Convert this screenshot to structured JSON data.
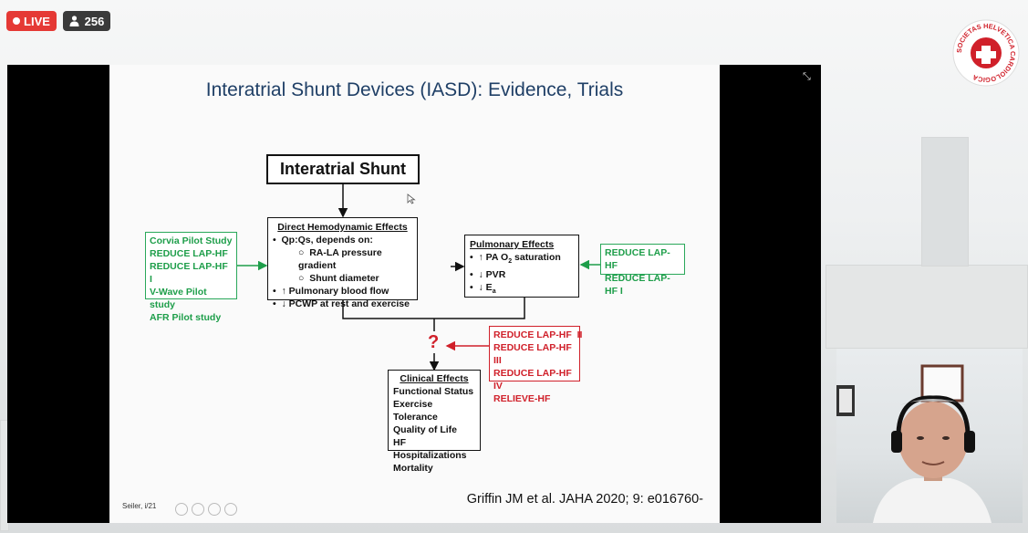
{
  "stream": {
    "live_label": "LIVE",
    "viewer_count": "256",
    "live_color": "#e53935"
  },
  "logo": {
    "text": "SOCIETAS HELVETICA CARDIOLOGICA",
    "accent": "#d0202a"
  },
  "slide": {
    "title": "Interatrial Shunt Devices (IASD): Evidence, Trials",
    "shunt_label": "Interatrial Shunt",
    "direct": {
      "header": "Direct Hemodynamic Effects",
      "lines": [
        "Qp:Qs, depends on:",
        "RA-LA pressure gradient",
        "Shunt diameter",
        "↑ Pulmonary blood flow",
        "↓ PCWP at rest and exercise"
      ]
    },
    "pulmonary": {
      "header": "Pulmonary Effects",
      "line1_prefix": "↑ PA O",
      "line1_sub": "2",
      "line1_suffix": " saturation",
      "line2": "↓ PVR",
      "line3_prefix": "↓ E",
      "line3_sub": "a"
    },
    "clinical": {
      "header": "Clinical Effects",
      "lines": [
        "Functional Status",
        "Exercise Tolerance",
        "Quality of Life",
        "HF Hospitalizations",
        "Mortality"
      ]
    },
    "green_left": [
      "Corvia Pilot Study",
      "REDUCE LAP-HF",
      "REDUCE LAP-HF I",
      "V-Wave Pilot study",
      "AFR Pilot study"
    ],
    "green_right": [
      "REDUCE LAP-HF",
      "REDUCE LAP-HF I"
    ],
    "red_right": [
      "REDUCE LAP-HF  II",
      "REDUCE LAP-HF III",
      "REDUCE LAP-HF IV",
      "RELIEVE-HF"
    ],
    "question": "?",
    "citation": "Griffin JM et al. JAHA 2020; 9: e016760-",
    "footer": "Seiler, i/21",
    "colors": {
      "green": "#1e9e4a",
      "red": "#d0202a",
      "title": "#1f3f66"
    }
  }
}
